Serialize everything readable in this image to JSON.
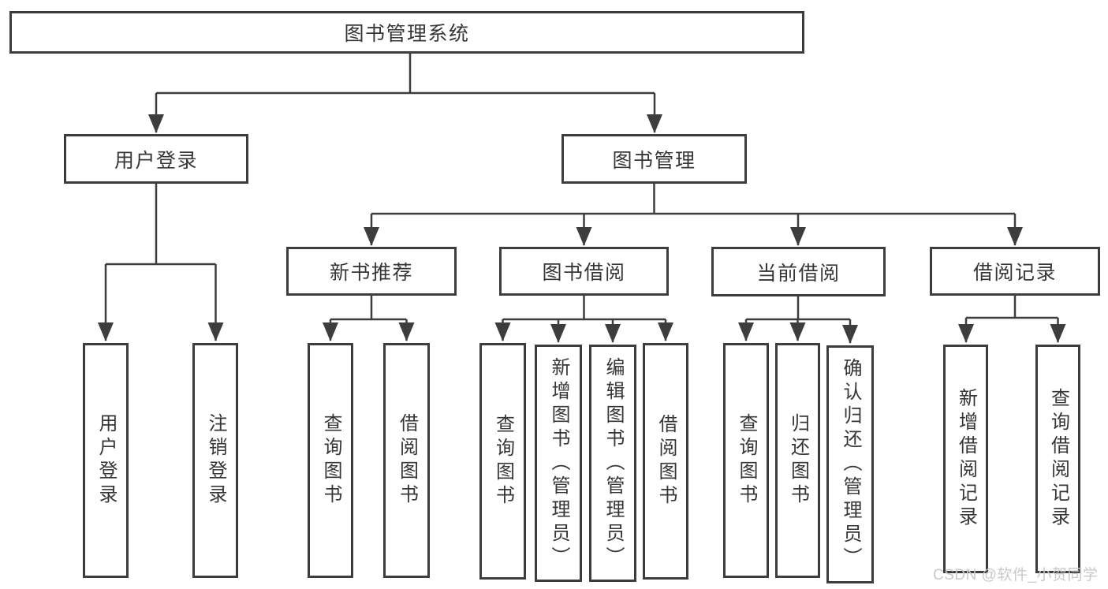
{
  "tree": {
    "root": "图书管理系统",
    "branches": [
      {
        "label": "用户登录",
        "leaves": [
          "用户登录",
          "注销登录"
        ]
      },
      {
        "label": "图书管理",
        "groups": [
          {
            "label": "新书推荐",
            "leaves": [
              "查询图书",
              "借阅图书"
            ]
          },
          {
            "label": "图书借阅",
            "leaves": [
              "查询图书",
              "新增图书（管理员）",
              "编辑图书（管理员）",
              "借阅图书"
            ]
          },
          {
            "label": "当前借阅",
            "leaves": [
              "查询图书",
              "归还图书",
              "确认归还（管理员）"
            ]
          },
          {
            "label": "借阅记录",
            "leaves": [
              "新增借阅记录",
              "查询借阅记录"
            ]
          }
        ]
      }
    ]
  },
  "watermark": {
    "text": "CSDN @软件_小贺同学"
  },
  "colors": {
    "line": "#3d3d3d",
    "text": "#363636",
    "watermark": "#c9c9c9",
    "background": "#ffffff"
  }
}
